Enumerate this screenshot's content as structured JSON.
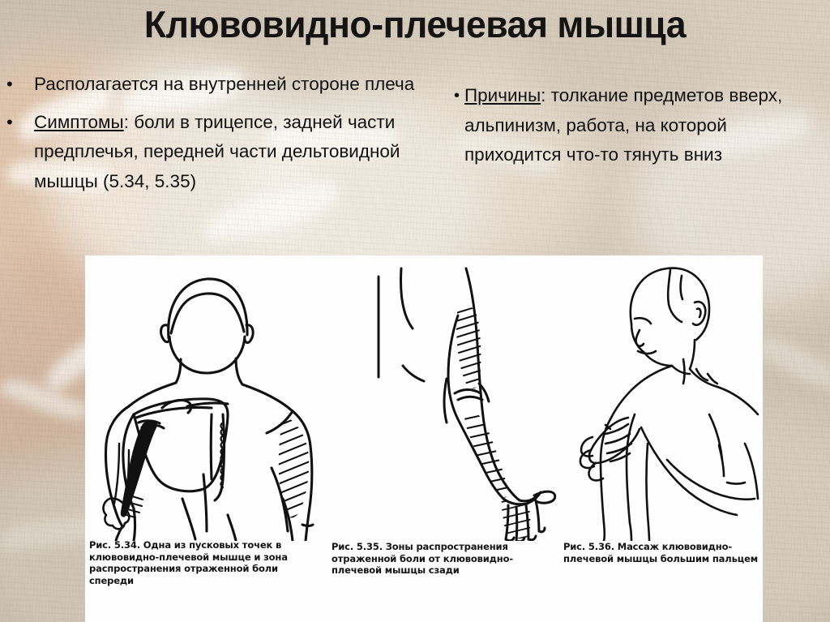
{
  "slide": {
    "title": "Клювовидно-плечевая мышца",
    "background_color": "#d2c7b7",
    "panel_color": "#fefefe",
    "text_color": "#111111"
  },
  "left_column": {
    "bullets": [
      {
        "marker": "•",
        "lead": "",
        "text": "Располагается на внутренней стороне плеча"
      },
      {
        "marker": "•",
        "lead": "Симптомы",
        "text": ": боли в трицепсе, задней части предплечья, передней части дельтовидной мышцы (5.34, 5.35)"
      }
    ]
  },
  "right_column": {
    "bullets": [
      {
        "marker": "•",
        "lead": "Причины",
        "text": ": толкание предметов вверх, альпинизм, работа, на которой приходится что-то тянуть вниз"
      }
    ]
  },
  "figures": [
    {
      "id": "fig-5-34",
      "alt": "Вид спереди: торс с лопаткой, плечевой костью, клювовидно-плечевой мышцей и штриховкой зоны боли на дельтовидной мышце",
      "caption_number": "Рис. 5.34.",
      "caption_text": " Одна из пусковых точек в клювовидно-плечевой мышце и зона распространения отраженной боли спереди"
    },
    {
      "id": "fig-5-35",
      "alt": "Вид сзади: рука со штриховкой зон отраженной боли по трицепсу, предплечью и кисти",
      "caption_number": "Рис. 5.35.",
      "caption_text": " Зоны распространения отраженной боли от клювовидно-плечевой мышцы сзади"
    },
    {
      "id": "fig-5-36",
      "alt": "Человек массирует большим пальцем клювовидно-плечевую мышцу плеча",
      "caption_number": "Рис. 5.36.",
      "caption_text": " Массаж клювовидно-плечевой мышцы большим пальцем"
    }
  ]
}
